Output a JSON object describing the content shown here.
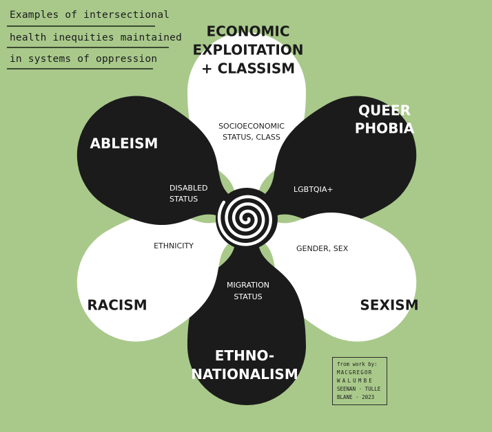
{
  "title_lines": [
    "Examples of intersectional",
    "health inequities maintained",
    "in systems of oppression"
  ],
  "petals": [
    {
      "id": "economic",
      "fill": "white",
      "title_lines": [
        "ECONOMIC",
        "EXPLOITATION",
        "+ CLASSISM"
      ],
      "inner_lines": [
        "SOCIOECONOMIC",
        "STATUS, CLASS"
      ]
    },
    {
      "id": "queerphobia",
      "fill": "black",
      "title_lines": [
        "QUEER",
        "PHOBIA"
      ],
      "inner_lines": [
        "LGBTQIA+"
      ]
    },
    {
      "id": "sexism",
      "fill": "white",
      "title_lines": [
        "SEXISM"
      ],
      "inner_lines": [
        "GENDER, SEX"
      ]
    },
    {
      "id": "ethnonationalism",
      "fill": "black",
      "title_lines": [
        "ETHNO-",
        "NATIONALISM"
      ],
      "inner_lines": [
        "MIGRATION",
        "STATUS"
      ]
    },
    {
      "id": "racism",
      "fill": "white",
      "title_lines": [
        "RACISM"
      ],
      "inner_lines": [
        "ETHNICITY"
      ]
    },
    {
      "id": "ableism",
      "fill": "black",
      "title_lines": [
        "ABLEISM"
      ],
      "inner_lines": [
        "DISABLED",
        "STATUS"
      ]
    }
  ],
  "credit": {
    "intro": "from work by:",
    "names": [
      "MACGREGOR",
      "WALUMBE",
      "SEENAN · TULLE",
      "BLANE · 2023"
    ]
  },
  "colors": {
    "background": "#a9c98b",
    "dark": "#1b1b1b",
    "light": "#ffffff"
  }
}
